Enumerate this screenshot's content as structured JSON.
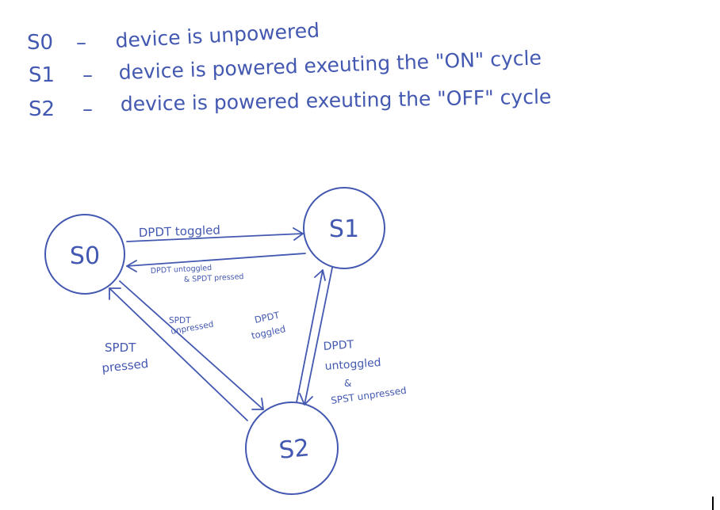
{
  "colors": {
    "ink": "#4358b0",
    "background": "#ffffff"
  },
  "legend": [
    {
      "state": "S0",
      "dash": "–",
      "text": "device is unpowered"
    },
    {
      "state": "S1",
      "dash": "–",
      "text": "device is powered exeuting the \"ON\" cycle"
    },
    {
      "state": "S2",
      "dash": "–",
      "text": "device is powered exeuting the \"OFF\" cycle"
    }
  ],
  "states": [
    {
      "id": "s0",
      "label": "S0"
    },
    {
      "id": "s1",
      "label": "S1"
    },
    {
      "id": "s2",
      "label": "S2"
    }
  ],
  "transitions": {
    "s0_to_s1": {
      "label": "DPDT toggled"
    },
    "s1_to_s0": {
      "label_line1": "DPDT untoggled",
      "label_line2": "& SPDT pressed"
    },
    "s2_to_s0": {
      "label_line1": "SPDT",
      "label_line2": "pressed"
    },
    "s0_to_s2": {
      "label_line1": "SPDT",
      "label_line2": "unpressed"
    },
    "s2_to_s1": {
      "label_line1": "DPDT",
      "label_line2": "toggled"
    },
    "s1_to_s2": {
      "label_line1": "DPDT",
      "label_line2": "untoggled",
      "label_line3": "&",
      "label_line4": "SPST unpressed"
    }
  }
}
